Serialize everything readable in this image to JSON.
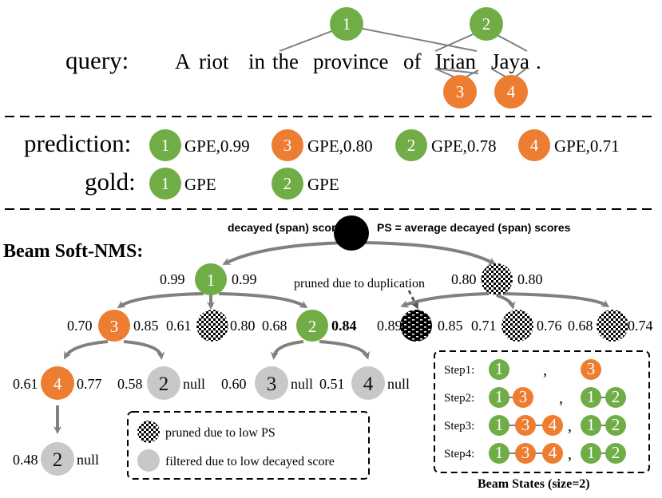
{
  "query": {
    "label": "query:",
    "words": [
      "A",
      "riot",
      "in",
      "the",
      "province",
      "of",
      "Irian",
      "Jaya",
      "."
    ],
    "span_ids": [
      "1",
      "2",
      "3",
      "4"
    ]
  },
  "prediction": {
    "label": "prediction:",
    "items": [
      {
        "id": "1",
        "text": "GPE,0.99",
        "color": "green"
      },
      {
        "id": "3",
        "text": "GPE,0.80",
        "color": "orange"
      },
      {
        "id": "2",
        "text": "GPE,0.78",
        "color": "green"
      },
      {
        "id": "4",
        "text": "GPE,0.71",
        "color": "orange"
      }
    ]
  },
  "gold": {
    "label": "gold:",
    "items": [
      {
        "id": "1",
        "text": "GPE",
        "color": "green"
      },
      {
        "id": "2",
        "text": "GPE",
        "color": "green"
      }
    ]
  },
  "beam": {
    "title": "Beam Soft-NMS:",
    "root_left_label": "decayed (span) score",
    "root_right_label": "PS = average decayed (span) scores",
    "dup_label": "pruned due to duplication",
    "nodes": {
      "n1": {
        "id": "1",
        "left": "0.99",
        "right": "0.99"
      },
      "n2top": {
        "id": "2",
        "left": "0.80",
        "right": "0.80"
      },
      "a3": {
        "id": "3",
        "left": "0.70",
        "right": "0.85"
      },
      "a4": {
        "id": "4",
        "left": "0.61",
        "right": "0.80"
      },
      "a2": {
        "id": "2",
        "left": "0.68",
        "right": "0.84"
      },
      "b1": {
        "id": "1",
        "left": "0.89",
        "right": "0.85"
      },
      "b3": {
        "id": "3",
        "left": "0.71",
        "right": "0.76"
      },
      "b4": {
        "id": "4",
        "left": "0.68",
        "right": "0.74"
      },
      "c4": {
        "id": "4",
        "left": "0.61",
        "right": "0.77"
      },
      "c2": {
        "id": "2",
        "left": "0.58",
        "right": "null"
      },
      "d3": {
        "id": "3",
        "left": "0.60",
        "right": "null"
      },
      "d4": {
        "id": "4",
        "left": "0.51",
        "right": "null"
      },
      "e2": {
        "id": "2",
        "left": "0.48",
        "right": "null"
      }
    }
  },
  "legend": {
    "pruned_ps": "pruned due to low PS",
    "filtered": "filtered due to low decayed score"
  },
  "beam_states": {
    "caption": "Beam States (size=2)",
    "steps": [
      {
        "label": "Step1:",
        "a": [
          "1"
        ],
        "b": [
          "3"
        ]
      },
      {
        "label": "Step2:",
        "a": [
          "1",
          "3"
        ],
        "b": [
          "1",
          "2"
        ]
      },
      {
        "label": "Step3:",
        "a": [
          "1",
          "3",
          "4"
        ],
        "b": [
          "1",
          "2"
        ]
      },
      {
        "label": "Step4:",
        "a": [
          "1",
          "3",
          "4"
        ],
        "b": [
          "1",
          "2"
        ]
      }
    ],
    "comma": ","
  },
  "colors": {
    "green": "#70ad47",
    "orange": "#ed7d31",
    "gray": "#c8c8c8",
    "edge": "#808080",
    "black": "#000000"
  }
}
